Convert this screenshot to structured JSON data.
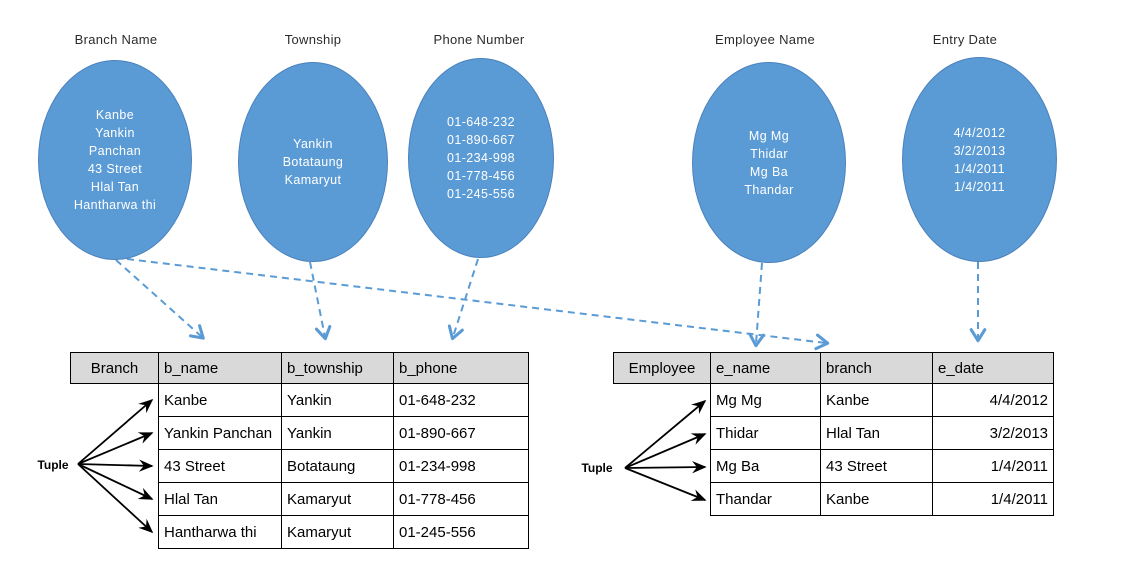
{
  "diagram": {
    "domains": [
      {
        "label": "Branch Name",
        "values": [
          "Kanbe",
          "Yankin",
          "Panchan",
          "43 Street",
          "Hlal Tan",
          "Hantharwa thi"
        ]
      },
      {
        "label": "Township",
        "values": [
          "Yankin",
          "Botataung",
          "Kamaryut"
        ]
      },
      {
        "label": "Phone Number",
        "values": [
          "01-648-232",
          "01-890-667",
          "01-234-998",
          "01-778-456",
          "01-245-556"
        ]
      },
      {
        "label": "Employee Name",
        "values": [
          "Mg Mg",
          "Thidar",
          "Mg Ba",
          "Thandar"
        ]
      },
      {
        "label": "Entry Date",
        "values": [
          "4/4/2012",
          "3/2/2013",
          "1/4/2011",
          "1/4/2011"
        ]
      }
    ],
    "branch_table": {
      "name_header": "Branch",
      "columns": [
        "b_name",
        "b_township",
        "b_phone"
      ],
      "rows": [
        [
          "Kanbe",
          "Yankin",
          "01-648-232"
        ],
        [
          "Yankin Panchan",
          "Yankin",
          "01-890-667"
        ],
        [
          "43 Street",
          "Botataung",
          "01-234-998"
        ],
        [
          "Hlal Tan",
          "Kamaryut",
          "01-778-456"
        ],
        [
          "Hantharwa thi",
          "Kamaryut",
          "01-245-556"
        ]
      ]
    },
    "employee_table": {
      "name_header": "Employee",
      "columns": [
        "e_name",
        "branch",
        "e_date"
      ],
      "rows": [
        [
          "Mg Mg",
          "Kanbe",
          "4/4/2012"
        ],
        [
          "Thidar",
          "Hlal Tan",
          "3/2/2013"
        ],
        [
          "Mg Ba",
          "43 Street",
          "1/4/2011"
        ],
        [
          "Thandar",
          "Kanbe",
          "1/4/2011"
        ]
      ]
    },
    "tuple_label_left": "Tuple",
    "tuple_label_right": "Tuple",
    "colors": {
      "ellipse_fill": "#5b9bd5",
      "ellipse_border": "#4a81bc",
      "dashed_arrow": "#5b9bd5",
      "tuple_arrow": "#000000",
      "header_bg": "#d9d9d9",
      "table_border": "#000000"
    }
  }
}
